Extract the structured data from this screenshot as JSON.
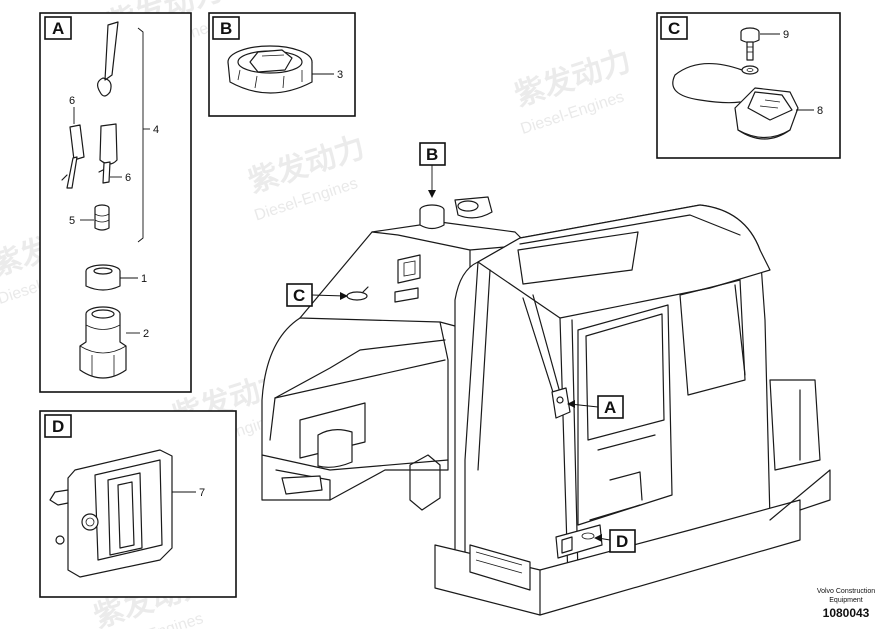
{
  "panels": [
    {
      "id": "A",
      "label": "A"
    },
    {
      "id": "B",
      "label": "B"
    },
    {
      "id": "C",
      "label": "C"
    },
    {
      "id": "D",
      "label": "D"
    }
  ],
  "callouts": {
    "main_b": "B",
    "main_c": "C",
    "main_a": "A",
    "main_d": "D"
  },
  "part_numbers": {
    "p1": "1",
    "p2": "2",
    "p3": "3",
    "p4": "4",
    "p5": "5",
    "p6a": "6",
    "p6b": "6",
    "p7": "7",
    "p8": "8",
    "p9": "9"
  },
  "watermark": {
    "brand": "紫发动力",
    "sub": "Diesel-Engines"
  },
  "footer": {
    "company_line1": "Volvo Construction",
    "company_line2": "Equipment",
    "doc_number": "1080043"
  }
}
